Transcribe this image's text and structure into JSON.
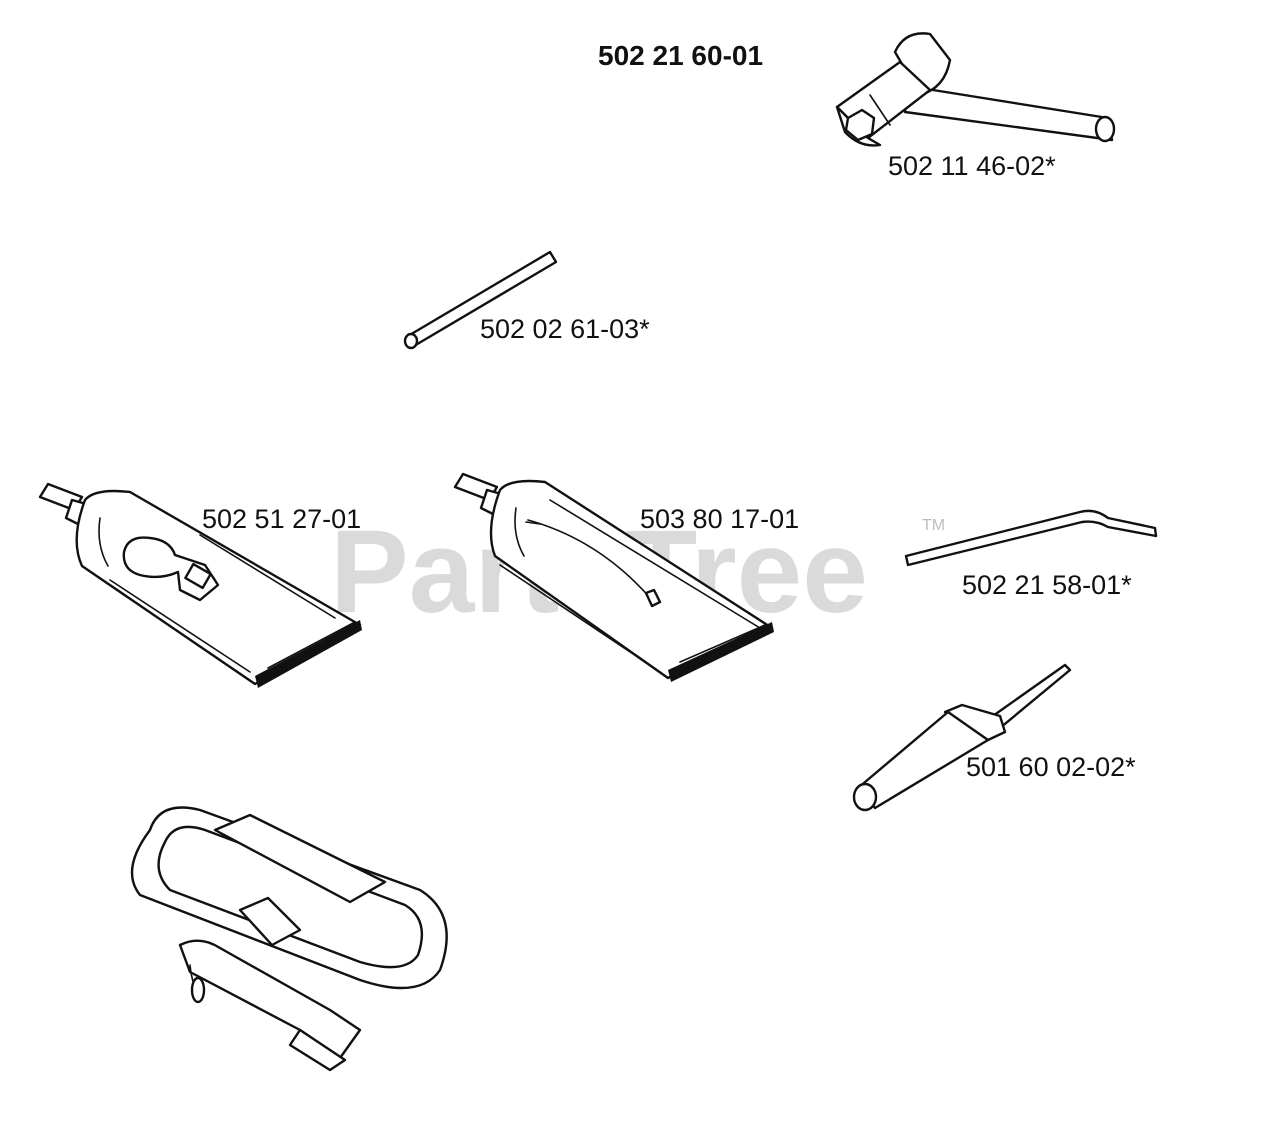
{
  "kit": {
    "number": "502 21 60-01"
  },
  "watermark": {
    "brand": "PartsTree",
    "tm": "TM"
  },
  "parts": {
    "combination_wrench": {
      "number": "502 11 46-02*"
    },
    "pin": {
      "number": "502 02 61-03*"
    },
    "grease_tube_a": {
      "number": "502 51 27-01"
    },
    "grease_tube_b": {
      "number": "503 80 17-01"
    },
    "wire_tool": {
      "number": "502 21 58-01*"
    },
    "screwdriver": {
      "number": "501 60 02-02*"
    },
    "harness": {
      "number": ""
    }
  }
}
